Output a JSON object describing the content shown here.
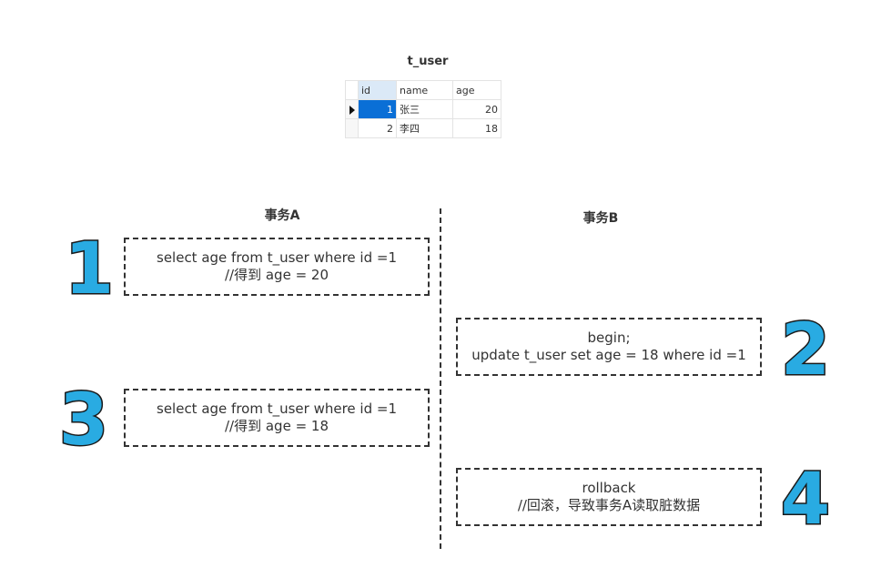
{
  "table": {
    "title": "t_user",
    "columns": [
      "id",
      "name",
      "age"
    ],
    "rows": [
      {
        "id": "1",
        "name": "张三",
        "age": "20"
      },
      {
        "id": "2",
        "name": "李四",
        "age": "18"
      }
    ]
  },
  "transactions": {
    "a_label": "事务A",
    "b_label": "事务B"
  },
  "steps": [
    {
      "number": "1",
      "lines": [
        "select age from t_user where id =1",
        "//得到 age = 20"
      ]
    },
    {
      "number": "2",
      "lines": [
        "begin;",
        "update t_user set age = 18 where id =1"
      ]
    },
    {
      "number": "3",
      "lines": [
        "select age from t_user where id =1",
        "//得到 age = 18"
      ]
    },
    {
      "number": "4",
      "lines": [
        "rollback",
        "//回滚，导致事务A读取脏数据"
      ]
    }
  ],
  "colors": {
    "step_fill": "#29abe2",
    "step_outline": "#1a1a1a",
    "selected_cell": "#0a6fd6",
    "header_highlight": "#dbe9f7"
  }
}
